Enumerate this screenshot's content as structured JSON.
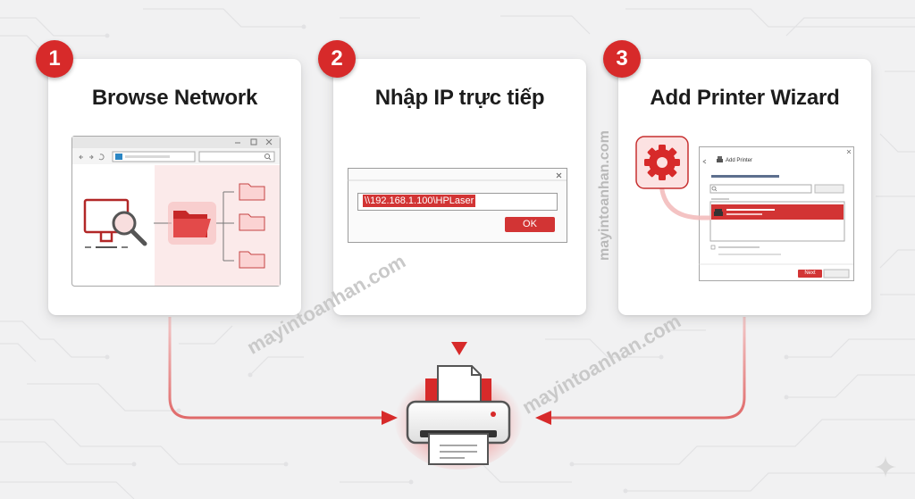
{
  "steps": [
    {
      "number": "1",
      "title": "Browse Network"
    },
    {
      "number": "2",
      "title": "Nhập IP trực tiếp"
    },
    {
      "number": "3",
      "title": "Add Printer Wizard"
    }
  ],
  "dialog": {
    "ip_value": "\\\\192.168.1.100\\HPLaser",
    "ok_label": "OK"
  },
  "wizard": {
    "title": "Add Printer",
    "next_label": "Next"
  },
  "watermark": "mayintoanhan.com",
  "colors": {
    "accent": "#d72a2a",
    "background": "#f1f1f2",
    "card": "#ffffff"
  }
}
